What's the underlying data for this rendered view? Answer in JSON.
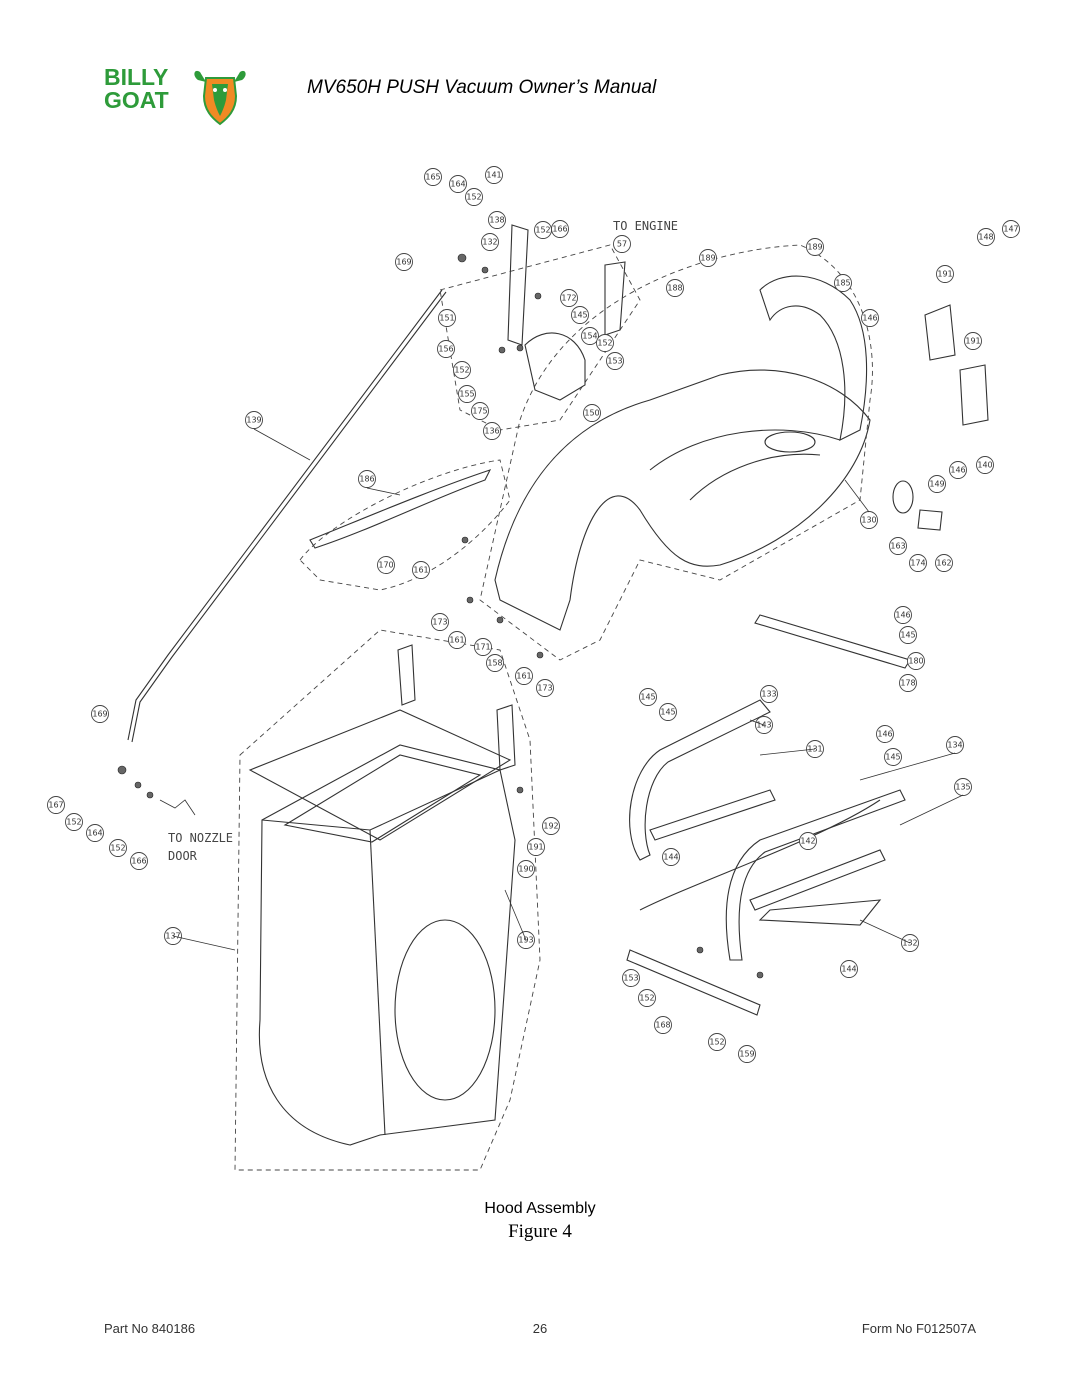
{
  "header": {
    "logo_line1": "BILLY",
    "logo_line2": "GOAT",
    "logo_mark": "goat-head-shield",
    "brand_color": "#2e9b3a",
    "title": "MV650H PUSH Vacuum Owner’s Manual"
  },
  "diagram": {
    "note_engine": "TO ENGINE",
    "note_nozzle_1": "TO NOZZLE",
    "note_nozzle_2": "DOOR",
    "callouts": [
      "165",
      "164",
      "152",
      "141",
      "138",
      "132",
      "152",
      "166",
      "57",
      "169",
      "151",
      "156",
      "152",
      "155",
      "175",
      "136",
      "172",
      "145",
      "154",
      "152",
      "153",
      "150",
      "188",
      "189",
      "189",
      "185",
      "146",
      "148",
      "147",
      "191",
      "191",
      "139",
      "186",
      "170",
      "161",
      "130",
      "163",
      "174",
      "162",
      "149",
      "146",
      "140",
      "173",
      "161",
      "171",
      "158",
      "161",
      "173",
      "146",
      "145",
      "180",
      "178",
      "145",
      "145",
      "133",
      "143",
      "131",
      "146",
      "145",
      "134",
      "135",
      "144",
      "142",
      "144",
      "132",
      "169",
      "167",
      "152",
      "164",
      "152",
      "166",
      "192",
      "191",
      "190",
      "193",
      "137",
      "153",
      "152",
      "168",
      "152",
      "159"
    ]
  },
  "caption": {
    "title": "Hood Assembly",
    "figure": "Figure 4"
  },
  "footer": {
    "part_no": "Part No 840186",
    "page": "26",
    "form_no": "Form No F012507A"
  }
}
